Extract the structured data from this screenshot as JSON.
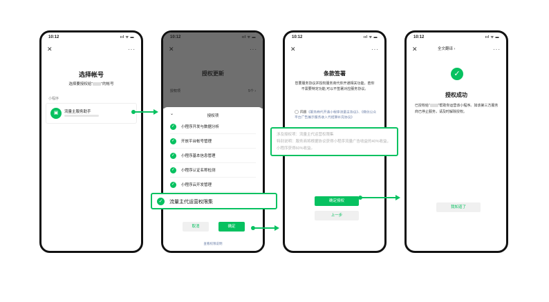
{
  "status_time": "10:12",
  "status_icons": "ııl ᯤ ▬",
  "phone1": {
    "close": "✕",
    "more": "···",
    "title": "选择帐号",
    "subtitle_pre": "选择要授权给“",
    "subtitle_post": "”的帐号",
    "section": "小程序",
    "account_name": "流量主服务助手",
    "avatar_icon": "▣"
  },
  "phone2": {
    "header": "授权更新",
    "scope_label": "授权项",
    "scope_count": "5个 ›",
    "sheet_title": "授权项",
    "chevron": "⌄",
    "permissions": [
      "小程序开发与数据分析",
      "开放平台帐号管理",
      "小程序基本信息管理",
      "小程序认证名称检测",
      "小程序云开发管理"
    ],
    "highlight": "流量主代运营权限集",
    "cancel": "取消",
    "confirm": "确定",
    "footer": "查看权限说明"
  },
  "phone3": {
    "title": "条款签署",
    "desc": "您要服务协议并授权服务商代你开通相关功能。若你不需要特定功能,可以不签署对应服务协议。",
    "agree_pre": "同意",
    "agree_link": "《服务商代开通小程序流量主协议》、《微信公众平台广告展示服务收入代结算补充协议》",
    "faded1": "涉及授权项：流量主代运营权限集",
    "faded2": "特别说明：服务商将根据协议获得小程序流量广告收益的40%收益，小程序获得60%收益。",
    "btn_auth": "确定授权",
    "btn_prev": "上一步"
  },
  "phone4": {
    "translate": "全文翻译 ›",
    "check": "✓",
    "title": "授权成功",
    "desc_pre": "已授权给“",
    "desc_post": "”帮助你运营该小程序。如该第三方服务商已停止服务，请及时解除授权。",
    "btn": "我知道了"
  },
  "theme": {
    "accent": "#07c160"
  }
}
